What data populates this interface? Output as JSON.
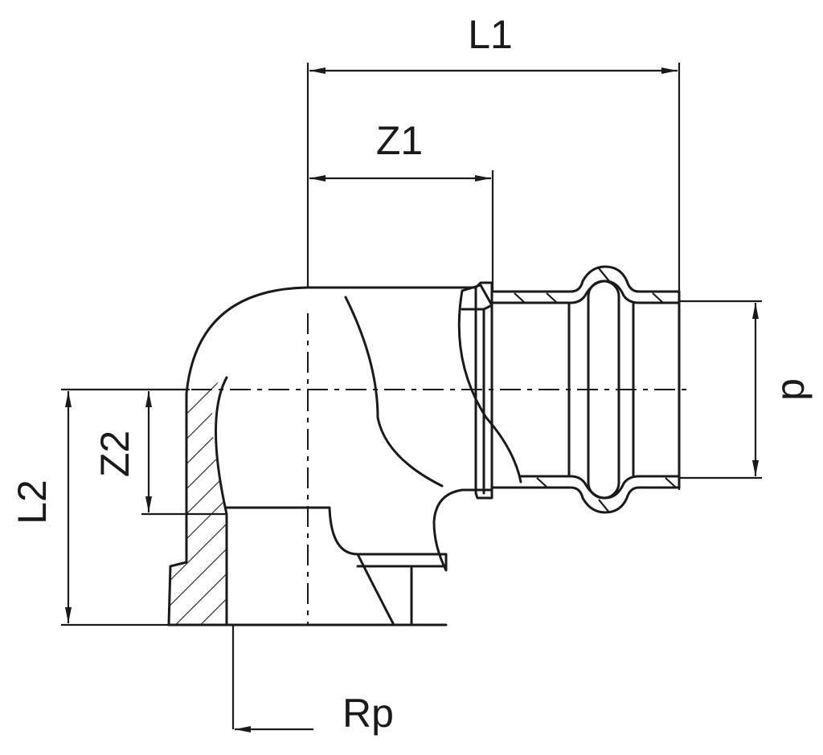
{
  "dimensions": {
    "l1": "L1",
    "z1": "Z1",
    "l2": "L2",
    "z2": "Z2",
    "p": "p",
    "rp": "Rp"
  },
  "colors": {
    "line": "#1a1a1a",
    "background": "#ffffff"
  }
}
